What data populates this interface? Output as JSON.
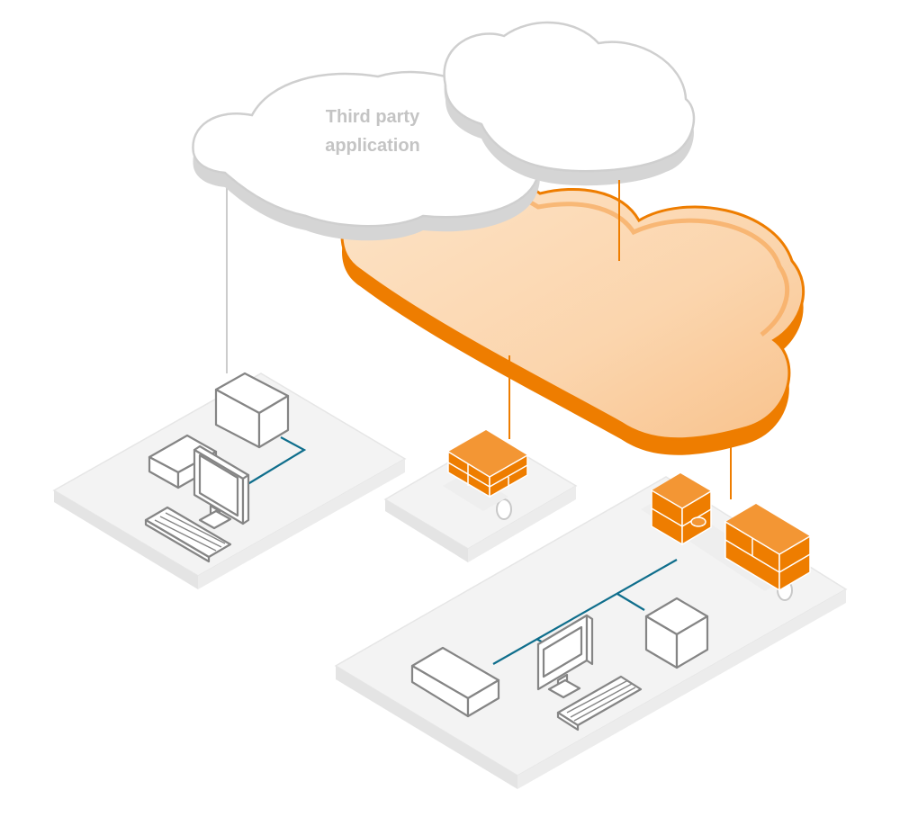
{
  "title": "Network cloud diagram",
  "cloud_label": {
    "line1": "Third party",
    "line2": "application"
  },
  "nodes": [
    {
      "id": "third-party-cloud",
      "kind": "cloud"
    },
    {
      "id": "main-cloud",
      "kind": "cloud"
    },
    {
      "id": "site-left",
      "kind": "site",
      "devices": [
        "server-box",
        "small-server-box",
        "workstation-monitor",
        "keyboard"
      ]
    },
    {
      "id": "site-middle",
      "kind": "site",
      "devices": [
        "gateway-device"
      ]
    },
    {
      "id": "site-right",
      "kind": "site",
      "devices": [
        "gateway-device-a",
        "gateway-device-b",
        "rack-server",
        "workstation-monitor",
        "keyboard",
        "cube-device"
      ]
    }
  ],
  "colors": {
    "orange": "#ee7d00",
    "orange_light": "#fbd2a8",
    "orange_pale": "#fde3c6",
    "grey_line": "#c8c8c8",
    "grey_cloud_side": "#d6d6d6",
    "device_stroke": "#858585",
    "platform": "#f0f0f0",
    "platform_side": "#e3e3e3",
    "network_blue": "#0f6e8c"
  }
}
